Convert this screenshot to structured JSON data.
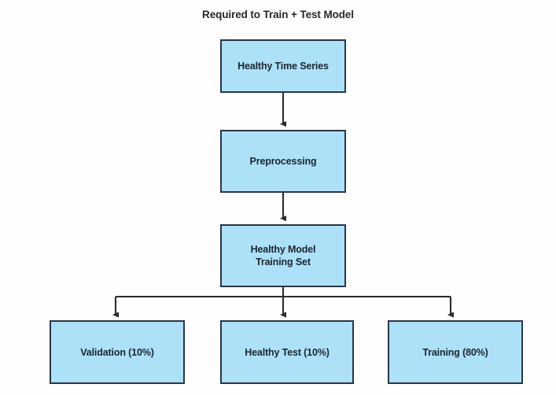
{
  "diagram": {
    "title": "Required to Train + Test Model",
    "type": "flowchart",
    "node_fill_color": "#ade1f7",
    "node_border_color": "#2b3645",
    "text_color": "#1a2430",
    "connector_color": "#2b2b2b",
    "background_color": "#fefefe",
    "nodes": [
      {
        "id": "healthy-time-series",
        "label": "Healthy Time Series"
      },
      {
        "id": "preprocessing",
        "label": "Preprocessing"
      },
      {
        "id": "healthy-model-training-set",
        "label": "Healthy Model\nTraining Set"
      },
      {
        "id": "validation",
        "label": "Validation (10%)"
      },
      {
        "id": "healthy-test",
        "label": "Healthy Test (10%)"
      },
      {
        "id": "training",
        "label": "Training (80%)"
      }
    ],
    "edges": [
      {
        "from": "healthy-time-series",
        "to": "preprocessing"
      },
      {
        "from": "preprocessing",
        "to": "healthy-model-training-set"
      },
      {
        "from": "healthy-model-training-set",
        "to": "validation"
      },
      {
        "from": "healthy-model-training-set",
        "to": "healthy-test"
      },
      {
        "from": "healthy-model-training-set",
        "to": "training"
      }
    ]
  }
}
